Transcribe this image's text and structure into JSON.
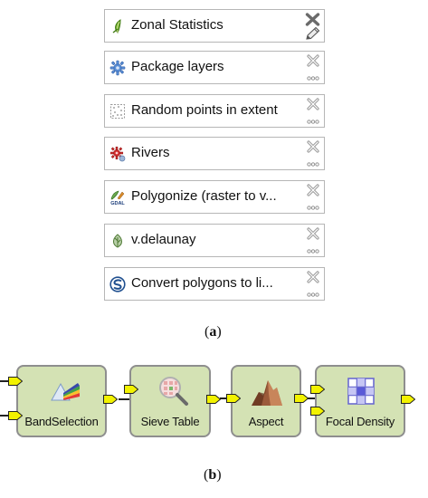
{
  "panel_a": {
    "items": [
      {
        "label": "Zonal Statistics",
        "icon": "zonal-statistics-icon",
        "controls": "delete-edit"
      },
      {
        "label": "Package layers",
        "icon": "package-layers-icon",
        "controls": "close-more"
      },
      {
        "label": "Random points in extent",
        "icon": "random-points-icon",
        "controls": "close-more"
      },
      {
        "label": "Rivers",
        "icon": "rivers-icon",
        "controls": "close-more"
      },
      {
        "label": "Polygonize (raster to v...",
        "icon": "gdal-icon",
        "controls": "close-more"
      },
      {
        "label": "v.delaunay",
        "icon": "grass-icon",
        "controls": "close-more"
      },
      {
        "label": "Convert polygons to li...",
        "icon": "saga-icon",
        "controls": "close-more"
      }
    ],
    "caption_open": "(",
    "caption_letter": "a",
    "caption_close": ")"
  },
  "panel_b": {
    "blocks": [
      {
        "label": "BandSelection",
        "icon": "band-selection-icon"
      },
      {
        "label": "Sieve Table",
        "icon": "sieve-table-icon"
      },
      {
        "label": "Aspect",
        "icon": "aspect-icon"
      },
      {
        "label": "Focal Density",
        "icon": "focal-density-icon"
      }
    ],
    "caption_open": "(",
    "caption_letter": "b",
    "caption_close": ")"
  },
  "colors": {
    "block_fill": "#d4e2b4",
    "block_border": "#8e8e8e",
    "port_fill": "#f2f200",
    "box_border": "#b6b6b6"
  }
}
